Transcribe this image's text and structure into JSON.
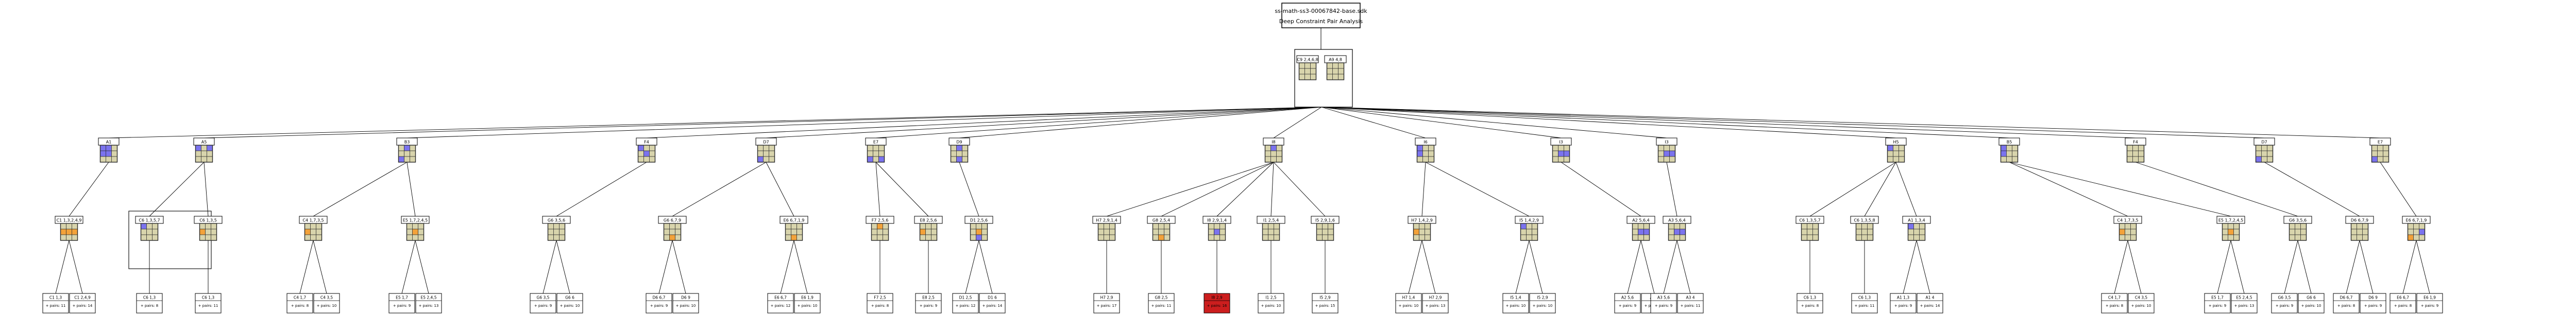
{
  "title": {
    "line1": "ss-math-ss3-00067842-base.sdk",
    "line2": "Deep Constraint Pair Analysis"
  },
  "colors": {
    "cell": "#d8d4ac",
    "grid": "#2b2b2b",
    "blue": "#7b73ee",
    "orange": "#f3a23a",
    "bad_fill": "#cc1e1e",
    "leaf_fill": "#ffffff",
    "edge": "#000000"
  },
  "top_boxes": [
    {
      "label": "C9  2,4,6,8",
      "cells": [
        [
          0,
          0,
          0
        ],
        [
          0,
          0,
          0
        ],
        [
          0,
          0,
          0
        ]
      ]
    },
    {
      "label": "A9  4,8",
      "cells": [
        [
          0,
          0,
          0
        ],
        [
          0,
          0,
          0
        ],
        [
          0,
          0,
          0
        ]
      ]
    }
  ],
  "level1": [
    {
      "label": "A1",
      "cells": [
        [
          1,
          1,
          0
        ],
        [
          1,
          1,
          0
        ],
        [
          0,
          0,
          0
        ]
      ]
    },
    {
      "label": "A5",
      "cells": [
        [
          1,
          0,
          1
        ],
        [
          0,
          0,
          0
        ],
        [
          0,
          0,
          0
        ]
      ]
    },
    {
      "label": "B3",
      "cells": [
        [
          0,
          1,
          0
        ],
        [
          0,
          0,
          0
        ],
        [
          1,
          0,
          0
        ]
      ]
    },
    {
      "label": "F4",
      "cells": [
        [
          1,
          0,
          0
        ],
        [
          0,
          1,
          0
        ],
        [
          0,
          0,
          0
        ]
      ]
    },
    {
      "label": "D7",
      "cells": [
        [
          0,
          0,
          0
        ],
        [
          0,
          0,
          0
        ],
        [
          1,
          0,
          0
        ]
      ]
    },
    {
      "label": "E7",
      "cells": [
        [
          0,
          0,
          0
        ],
        [
          0,
          0,
          0
        ],
        [
          1,
          0,
          1
        ]
      ]
    },
    {
      "label": "D9",
      "cells": [
        [
          0,
          1,
          0
        ],
        [
          0,
          0,
          0
        ],
        [
          0,
          1,
          0
        ]
      ]
    },
    {
      "label": "I8",
      "cells": [
        [
          0,
          1,
          0
        ],
        [
          0,
          0,
          0
        ],
        [
          0,
          0,
          0
        ]
      ]
    },
    {
      "label": "I6",
      "cells": [
        [
          1,
          0,
          0
        ],
        [
          1,
          0,
          0
        ],
        [
          0,
          0,
          0
        ]
      ]
    },
    {
      "label": "I3",
      "cells": [
        [
          0,
          0,
          0
        ],
        [
          0,
          1,
          1
        ],
        [
          0,
          0,
          0
        ]
      ]
    },
    {
      "label": "I3",
      "cells": [
        [
          0,
          0,
          0
        ],
        [
          0,
          1,
          1
        ],
        [
          0,
          0,
          0
        ]
      ]
    },
    {
      "label": "H5",
      "cells": [
        [
          1,
          0,
          0
        ],
        [
          0,
          0,
          0
        ],
        [
          0,
          0,
          0
        ]
      ]
    },
    {
      "label": "B5",
      "cells": [
        [
          1,
          0,
          0
        ],
        [
          1,
          0,
          0
        ],
        [
          0,
          0,
          0
        ]
      ]
    },
    {
      "label": "F4",
      "cells": [
        [
          0,
          0,
          0
        ],
        [
          0,
          0,
          0
        ],
        [
          0,
          0,
          0
        ]
      ]
    },
    {
      "label": "D7",
      "cells": [
        [
          0,
          0,
          0
        ],
        [
          0,
          0,
          0
        ],
        [
          1,
          0,
          0
        ]
      ]
    },
    {
      "label": "E7",
      "cells": [
        [
          0,
          0,
          0
        ],
        [
          0,
          0,
          0
        ],
        [
          1,
          0,
          0
        ]
      ]
    }
  ],
  "level2": [
    {
      "label": "C1  1,3,2,4,9",
      "cells": [
        [
          0,
          0,
          0
        ],
        [
          2,
          2,
          2
        ],
        [
          0,
          0,
          0
        ]
      ]
    },
    {
      "label": "C6  1,3,5,7",
      "cells": [
        [
          1,
          0,
          0
        ],
        [
          0,
          0,
          0
        ],
        [
          0,
          0,
          0
        ]
      ]
    },
    {
      "label": "C6  1,3,5",
      "cells": [
        [
          0,
          0,
          0
        ],
        [
          2,
          0,
          0
        ],
        [
          0,
          0,
          0
        ]
      ]
    },
    {
      "label": "C4  1,7,3,5",
      "cells": [
        [
          0,
          0,
          0
        ],
        [
          2,
          0,
          0
        ],
        [
          0,
          0,
          0
        ]
      ]
    },
    {
      "label": "E5  1,7,2,4,5",
      "cells": [
        [
          0,
          0,
          0
        ],
        [
          0,
          2,
          0
        ],
        [
          0,
          0,
          0
        ]
      ]
    },
    {
      "label": "G6  3,5,6",
      "cells": [
        [
          0,
          0,
          0
        ],
        [
          0,
          0,
          0
        ],
        [
          0,
          0,
          0
        ]
      ]
    },
    {
      "label": "G6  6,7,9",
      "cells": [
        [
          0,
          0,
          0
        ],
        [
          0,
          0,
          0
        ],
        [
          0,
          2,
          0
        ]
      ]
    },
    {
      "label": "E6  6,7,1,9",
      "cells": [
        [
          0,
          0,
          0
        ],
        [
          0,
          0,
          0
        ],
        [
          0,
          2,
          0
        ]
      ]
    },
    {
      "label": "F7  2,5,6",
      "cells": [
        [
          0,
          2,
          0
        ],
        [
          0,
          0,
          0
        ],
        [
          0,
          0,
          0
        ]
      ]
    },
    {
      "label": "E8  2,5,6",
      "cells": [
        [
          0,
          0,
          0
        ],
        [
          2,
          0,
          0
        ],
        [
          0,
          0,
          0
        ]
      ]
    },
    {
      "label": "D1  2,5,6",
      "cells": [
        [
          0,
          0,
          0
        ],
        [
          0,
          2,
          0
        ],
        [
          0,
          1,
          0
        ]
      ]
    },
    {
      "label": "H7  2,9,1,4",
      "cells": [
        [
          0,
          0,
          0
        ],
        [
          0,
          0,
          0
        ],
        [
          0,
          0,
          0
        ]
      ]
    },
    {
      "label": "G8  2,5,4",
      "cells": [
        [
          0,
          0,
          0
        ],
        [
          0,
          0,
          0
        ],
        [
          0,
          2,
          0
        ]
      ]
    },
    {
      "label": "I8  2,9,1,4",
      "cells": [
        [
          0,
          0,
          0
        ],
        [
          0,
          1,
          0
        ],
        [
          0,
          0,
          0
        ]
      ]
    },
    {
      "label": "I1  2,5,4",
      "cells": [
        [
          0,
          0,
          0
        ],
        [
          0,
          0,
          0
        ],
        [
          0,
          0,
          0
        ]
      ]
    },
    {
      "label": "I5  2,9,1,6",
      "cells": [
        [
          0,
          0,
          0
        ],
        [
          0,
          0,
          0
        ],
        [
          0,
          0,
          0
        ]
      ]
    },
    {
      "label": "H7  1,4,2,9",
      "cells": [
        [
          0,
          0,
          0
        ],
        [
          2,
          0,
          0
        ],
        [
          0,
          0,
          0
        ]
      ]
    },
    {
      "label": "I5  1,4,2,9",
      "cells": [
        [
          1,
          0,
          0
        ],
        [
          0,
          0,
          0
        ],
        [
          0,
          0,
          0
        ]
      ]
    },
    {
      "label": "A2  5,6,4",
      "cells": [
        [
          0,
          0,
          0
        ],
        [
          0,
          1,
          1
        ],
        [
          0,
          0,
          0
        ]
      ]
    },
    {
      "label": "A3  5,6,4",
      "cells": [
        [
          0,
          0,
          0
        ],
        [
          0,
          1,
          1
        ],
        [
          0,
          0,
          0
        ]
      ]
    },
    {
      "label": "C6  1,3,5,7",
      "cells": [
        [
          0,
          0,
          0
        ],
        [
          0,
          0,
          0
        ],
        [
          0,
          0,
          0
        ]
      ]
    },
    {
      "label": "C6  1,3,5,8",
      "cells": [
        [
          0,
          0,
          0
        ],
        [
          0,
          0,
          0
        ],
        [
          0,
          0,
          0
        ]
      ]
    },
    {
      "label": "A1  1,3,4",
      "cells": [
        [
          1,
          0,
          0
        ],
        [
          0,
          0,
          0
        ],
        [
          0,
          0,
          0
        ]
      ]
    },
    {
      "label": "C4  1,7,3,5",
      "cells": [
        [
          0,
          0,
          0
        ],
        [
          2,
          0,
          0
        ],
        [
          0,
          0,
          0
        ]
      ]
    },
    {
      "label": "E5  1,7,2,4,5",
      "cells": [
        [
          0,
          0,
          0
        ],
        [
          0,
          2,
          0
        ],
        [
          0,
          0,
          0
        ]
      ]
    },
    {
      "label": "G6  3,5,6",
      "cells": [
        [
          0,
          0,
          0
        ],
        [
          0,
          0,
          0
        ],
        [
          0,
          0,
          0
        ]
      ]
    },
    {
      "label": "D6  6,7,9",
      "cells": [
        [
          0,
          0,
          0
        ],
        [
          0,
          0,
          0
        ],
        [
          0,
          0,
          0
        ]
      ]
    },
    {
      "label": "E6  6,7,1,9",
      "cells": [
        [
          0,
          0,
          0
        ],
        [
          0,
          0,
          1
        ],
        [
          2,
          0,
          0
        ]
      ]
    }
  ],
  "level3": [
    {
      "l1": "C1  1,3",
      "l2": "+ pairs: 11"
    },
    {
      "l1": "C1  2,4,9",
      "l2": "+ pairs: 14"
    },
    {
      "l1": "C6  1,3",
      "l2": "+ pairs: 8"
    },
    {
      "l1": "C6  1,3",
      "l2": "+ pairs: 11"
    },
    {
      "l1": "C4  1,7",
      "l2": "+ pairs: 8"
    },
    {
      "l1": "C4  3,5",
      "l2": "+ pairs: 10"
    },
    {
      "l1": "E5  1,7",
      "l2": "+ pairs: 9"
    },
    {
      "l1": "E5  2,4,5",
      "l2": "+ pairs: 13"
    },
    {
      "l1": "G6  3,5",
      "l2": "+ pairs: 9"
    },
    {
      "l1": "G6  6",
      "l2": "+ pairs: 10"
    },
    {
      "l1": "D6  6,7",
      "l2": "+ pairs: 9"
    },
    {
      "l1": "D6  9",
      "l2": "+ pairs: 10"
    },
    {
      "l1": "E6  6,7",
      "l2": "+ pairs: 12"
    },
    {
      "l1": "E6  1,9",
      "l2": "+ pairs: 10"
    },
    {
      "l1": "F7  2,5",
      "l2": "+ pairs: 8"
    },
    {
      "l1": "E8  2,5",
      "l2": "+ pairs: 9"
    },
    {
      "l1": "D1  2,5",
      "l2": "+ pairs: 12"
    },
    {
      "l1": "D1  6",
      "l2": "+ pairs: 14"
    },
    {
      "l1": "H7  2,9",
      "l2": "+ pairs: 17"
    },
    {
      "l1": "G8  2,5",
      "l2": "+ pairs: 11"
    },
    {
      "l1": "I8  2,9",
      "l2": "+ pairs: 16",
      "bad": true
    },
    {
      "l1": "I1  2,5",
      "l2": "+ pairs: 10"
    },
    {
      "l1": "I5  2,9",
      "l2": "+ pairs: 15"
    },
    {
      "l1": "H7  1,4",
      "l2": "+ pairs: 10"
    },
    {
      "l1": "H7  2,9",
      "l2": "+ pairs: 13"
    },
    {
      "l1": "I5  1,4",
      "l2": "+ pairs: 10"
    },
    {
      "l1": "I5  2,9",
      "l2": "+ pairs: 10"
    },
    {
      "l1": "A2  5,6",
      "l2": "+ pairs: 9"
    },
    {
      "l1": "A2  4",
      "l2": "+ pairs: 10"
    },
    {
      "l1": "A3  5,6",
      "l2": "+ pairs: 9"
    },
    {
      "l1": "A3  4",
      "l2": "+ pairs: 11"
    },
    {
      "l1": "C6  1,3",
      "l2": "+ pairs: 8"
    },
    {
      "l1": "C6  1,3",
      "l2": "+ pairs: 11"
    },
    {
      "l1": "A1  1,3",
      "l2": "+ pairs: 9"
    },
    {
      "l1": "A1  4",
      "l2": "+ pairs: 14"
    },
    {
      "l1": "C4  1,7",
      "l2": "+ pairs: 8"
    },
    {
      "l1": "C4  3,5",
      "l2": "+ pairs: 10"
    },
    {
      "l1": "E5  1,7",
      "l2": "+ pairs: 9"
    },
    {
      "l1": "E5  2,4,5",
      "l2": "+ pairs: 13"
    },
    {
      "l1": "G6  3,5",
      "l2": "+ pairs: 9"
    },
    {
      "l1": "G6  6",
      "l2": "+ pairs: 10"
    },
    {
      "l1": "D6  6,7",
      "l2": "+ pairs: 8"
    },
    {
      "l1": "D6  9",
      "l2": "+ pairs: 9"
    },
    {
      "l1": "E6  6,7",
      "l2": "+ pairs: 8"
    },
    {
      "l1": "E6  1,9",
      "l2": "+ pairs: 9"
    }
  ]
}
